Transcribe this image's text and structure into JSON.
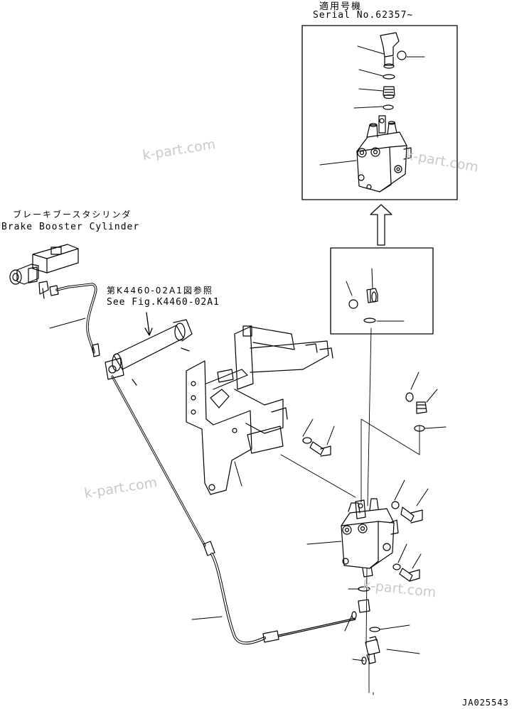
{
  "colors": {
    "line": "#000000",
    "background": "#ffffff",
    "watermark": "#c9c9c9"
  },
  "labels": {
    "applicable_model_jp": "適用号機",
    "serial_no": "Serial No.62357~",
    "brake_booster_jp": "ブレーキブースタシリンダ",
    "brake_booster_en": "Brake Booster Cylinder",
    "see_fig_jp": "第K4460-02A1図参照",
    "see_fig_en": "See Fig.K4460-02A1",
    "drawing_code": "JA025543"
  },
  "watermarks": [
    "k-part.com",
    "k-part.com",
    "k-part.com",
    "k-part.com"
  ]
}
